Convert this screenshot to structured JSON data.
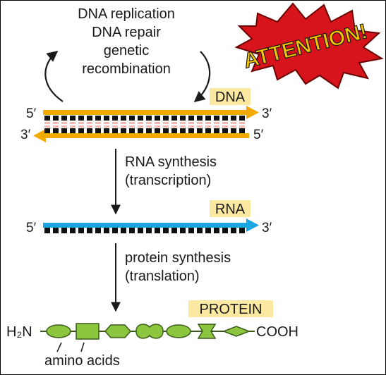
{
  "top_processes": [
    "DNA replication",
    "DNA repair",
    "genetic",
    "recombination"
  ],
  "badge": "ATTENTION!",
  "dna": {
    "label": "DNA",
    "top_left": "5′",
    "top_right": "3′",
    "bottom_left": "3′",
    "bottom_right": "5′"
  },
  "step1": [
    "RNA synthesis",
    "(transcription)"
  ],
  "rna": {
    "label": "RNA",
    "left": "5′",
    "right": "3′"
  },
  "step2": [
    "protein synthesis",
    "(translation)"
  ],
  "protein": {
    "label": "PROTEIN",
    "n_term": "H₂N",
    "c_term": "COOH",
    "amino_label": "amino acids"
  },
  "colors": {
    "dna_strand": "#f2a900",
    "rna_strand": "#1aa6e0",
    "highlight": "#fbe9a1",
    "amino": "#8cc63f",
    "badge_red": "#d7141b",
    "badge_text": "#f5c400"
  }
}
